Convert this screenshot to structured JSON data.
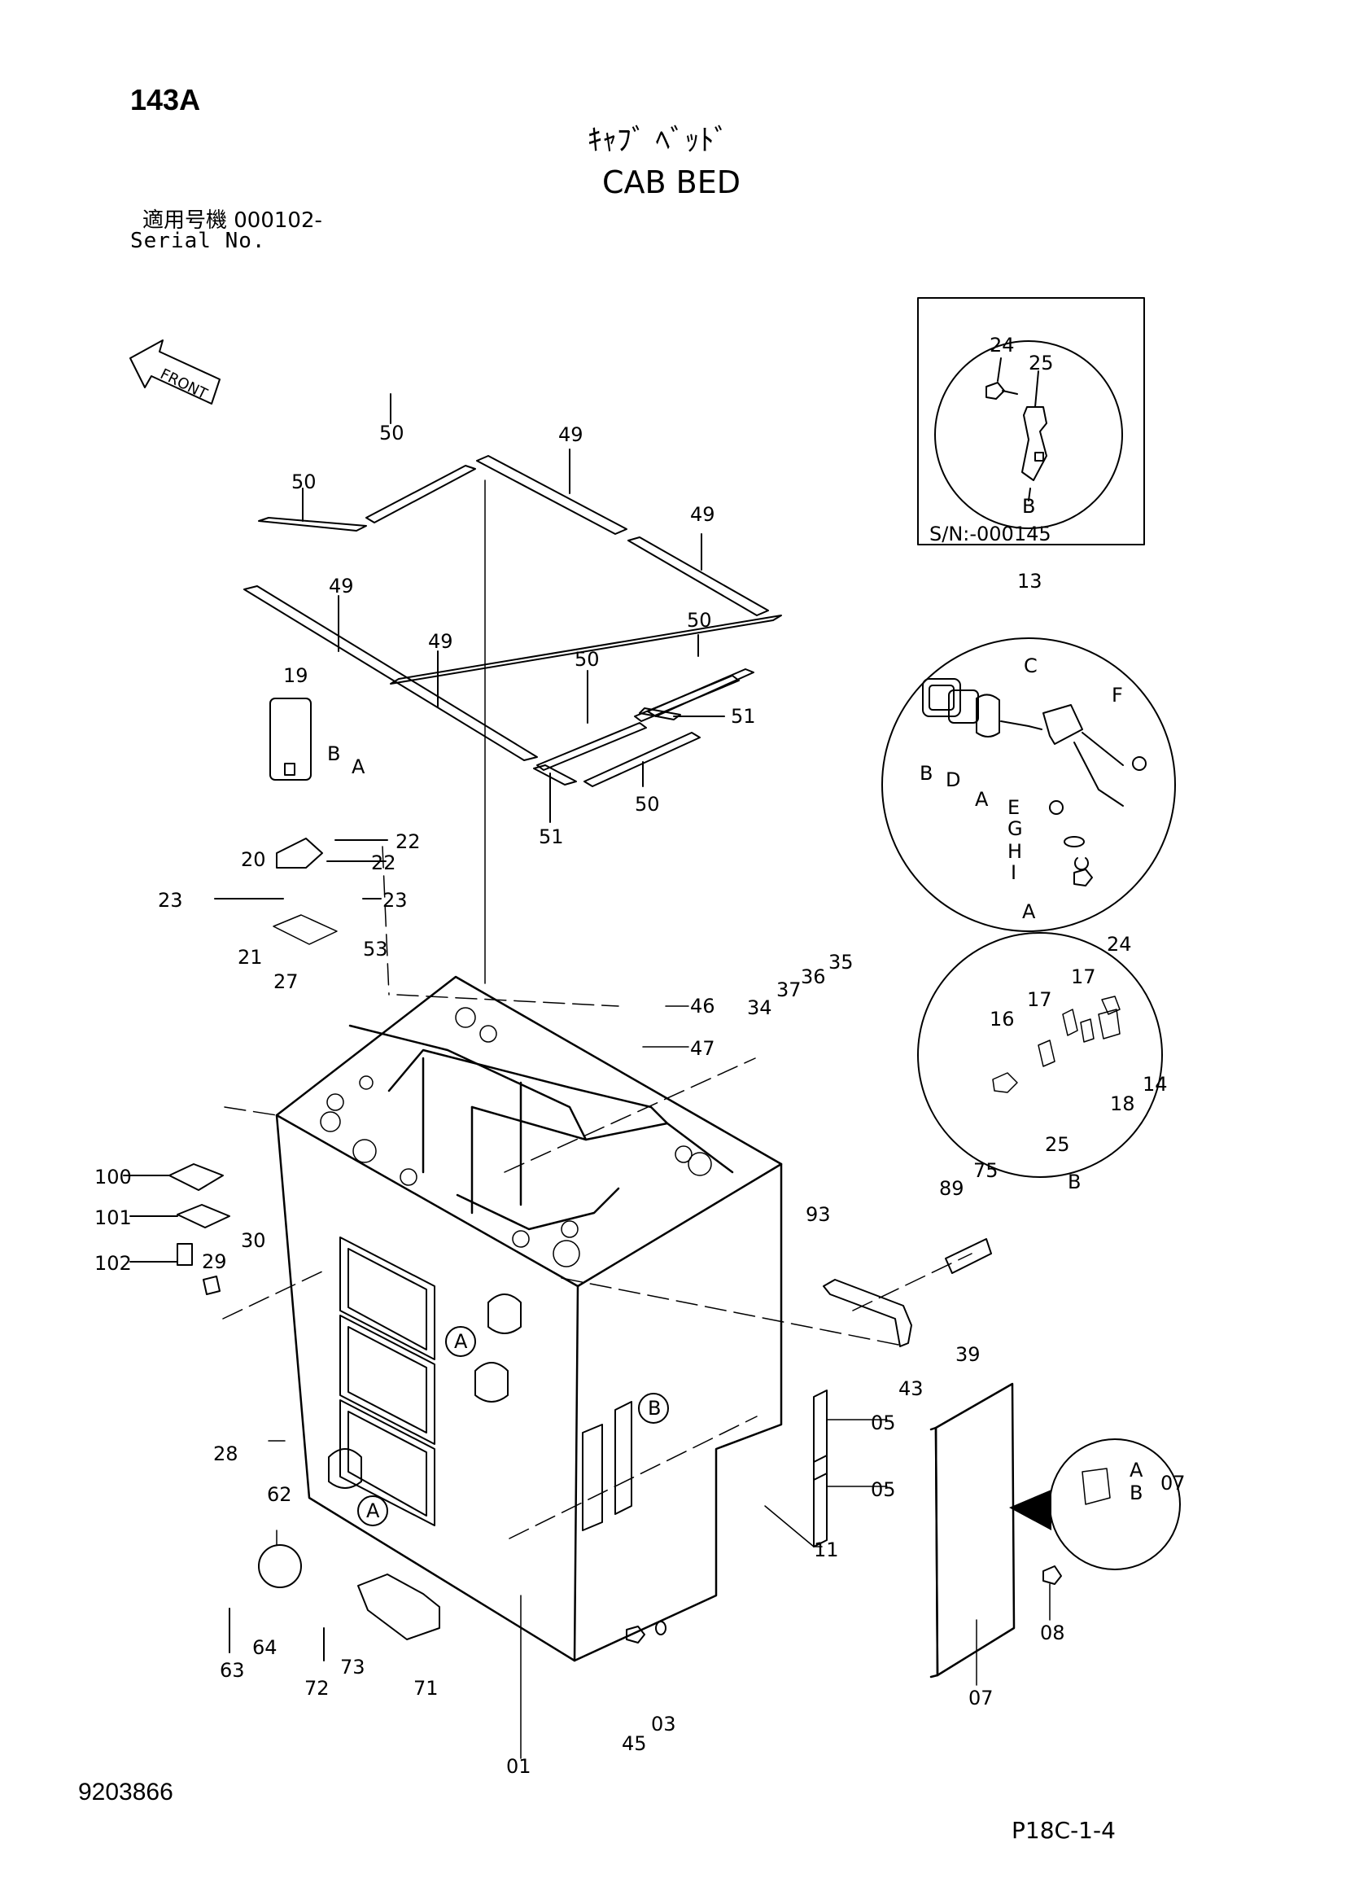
{
  "header": {
    "page_number": "143A",
    "title_ja": "ｷｬﾌﾞ ﾍﾞｯﾄﾞ",
    "title_en": "CAB BED",
    "serial_ja": "適用号機  000102-",
    "serial_en": "Serial No."
  },
  "footer": {
    "doc_number": "9203866",
    "page_ref": "P18C-1-4"
  },
  "front_label": "FRONT",
  "detail_box": {
    "serial_note": "S/N:-000145"
  },
  "callouts": {
    "c24a": "24",
    "c25a": "25",
    "cBa": "B",
    "c50a": "50",
    "c50b": "50",
    "c49a": "49",
    "c49b": "49",
    "c49c": "49",
    "c49d": "49",
    "c50c": "50",
    "c50d": "50",
    "c51a": "51",
    "c50e": "50",
    "c51b": "51",
    "c13": "13",
    "cC": "C",
    "cF": "F",
    "cB2": "B",
    "cD": "D",
    "cA2": "A",
    "cE": "E",
    "cG": "G",
    "cH": "H",
    "cI": "I",
    "cAcirc": "A",
    "c19": "19",
    "cBb": "B",
    "cAb": "A",
    "c20": "20",
    "c22a": "22",
    "c22b": "22",
    "c23a": "23",
    "c23b": "23",
    "c21": "21",
    "c27": "27",
    "c53": "53",
    "c46": "46",
    "c47": "47",
    "c34": "34",
    "c37": "37",
    "c36": "36",
    "c35": "35",
    "c24b": "24",
    "c16": "16",
    "c17a": "17",
    "c17b": "17",
    "c14": "14",
    "c18": "18",
    "c25b": "25",
    "cBcirc": "B",
    "c100": "100",
    "c101": "101",
    "c102": "102",
    "c29": "29",
    "c30": "30",
    "c93": "93",
    "c89": "89",
    "c75": "75",
    "c39": "39",
    "c43": "43",
    "c28": "28",
    "c62": "62",
    "c05a": "05",
    "c05b": "05",
    "c11": "11",
    "c07a": "07",
    "cA3": "A",
    "cB3": "B",
    "c08": "08",
    "c07": "07",
    "c63": "63",
    "c64": "64",
    "c72": "72",
    "c73": "73",
    "c71": "71",
    "c01": "01",
    "c45": "45",
    "c03": "03",
    "cAref1": "A",
    "cAref2": "A",
    "cBref": "B"
  }
}
